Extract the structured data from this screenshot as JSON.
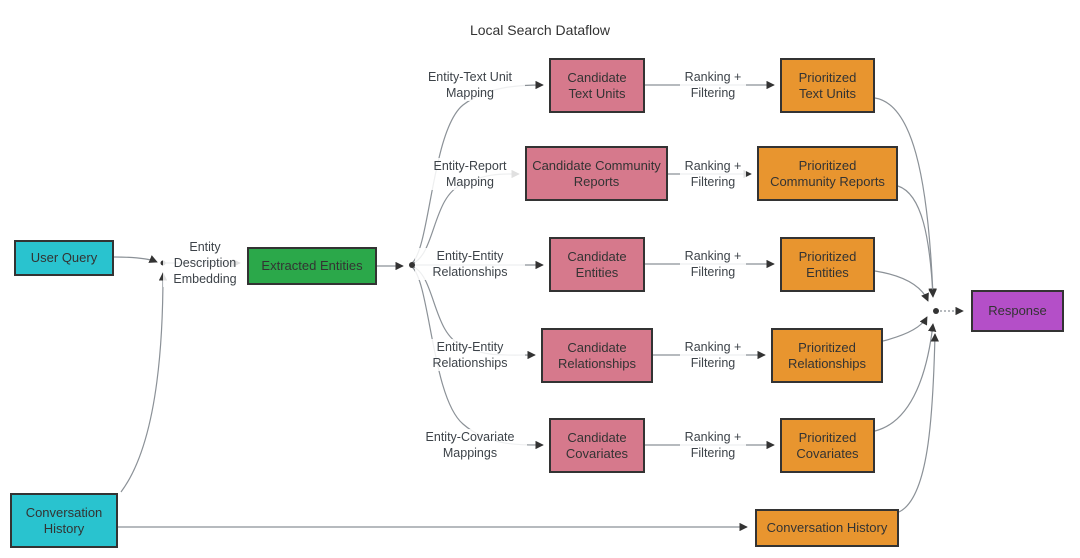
{
  "title": "Local Search Dataflow",
  "colors": {
    "cyan": "#29C3CF",
    "green": "#2BA84A",
    "pink": "#D6798C",
    "orange": "#E8952F",
    "purple": "#B44FC8",
    "border": "#333333",
    "edge": "#8B9197",
    "text": "#333333"
  },
  "nodes": {
    "user_query": "User Query",
    "conversation_history_left": "Conversation History",
    "extracted_entities": "Extracted Entities",
    "conversation_history_right": "Conversation History",
    "response": "Response"
  },
  "edge_labels": {
    "entity_description_embedding": "Entity Description Embedding"
  },
  "rows": [
    {
      "mapping": "Entity-Text Unit Mapping",
      "candidate": "Candidate Text Units",
      "ranking": "Ranking + Filtering",
      "prioritized": "Prioritized Text Units"
    },
    {
      "mapping": "Entity-Report Mapping",
      "candidate": "Candidate Community Reports",
      "ranking": "Ranking + Filtering",
      "prioritized": "Prioritized Community Reports"
    },
    {
      "mapping": "Entity-Entity Relationships",
      "candidate": "Candidate Entities",
      "ranking": "Ranking + Filtering",
      "prioritized": "Prioritized Entities"
    },
    {
      "mapping": "Entity-Entity Relationships",
      "candidate": "Candidate Relationships",
      "ranking": "Ranking + Filtering",
      "prioritized": "Prioritized Relationships"
    },
    {
      "mapping": "Entity-Covariate Mappings",
      "candidate": "Candidate Covariates",
      "ranking": "Ranking + Filtering",
      "prioritized": "Prioritized Covariates"
    }
  ]
}
